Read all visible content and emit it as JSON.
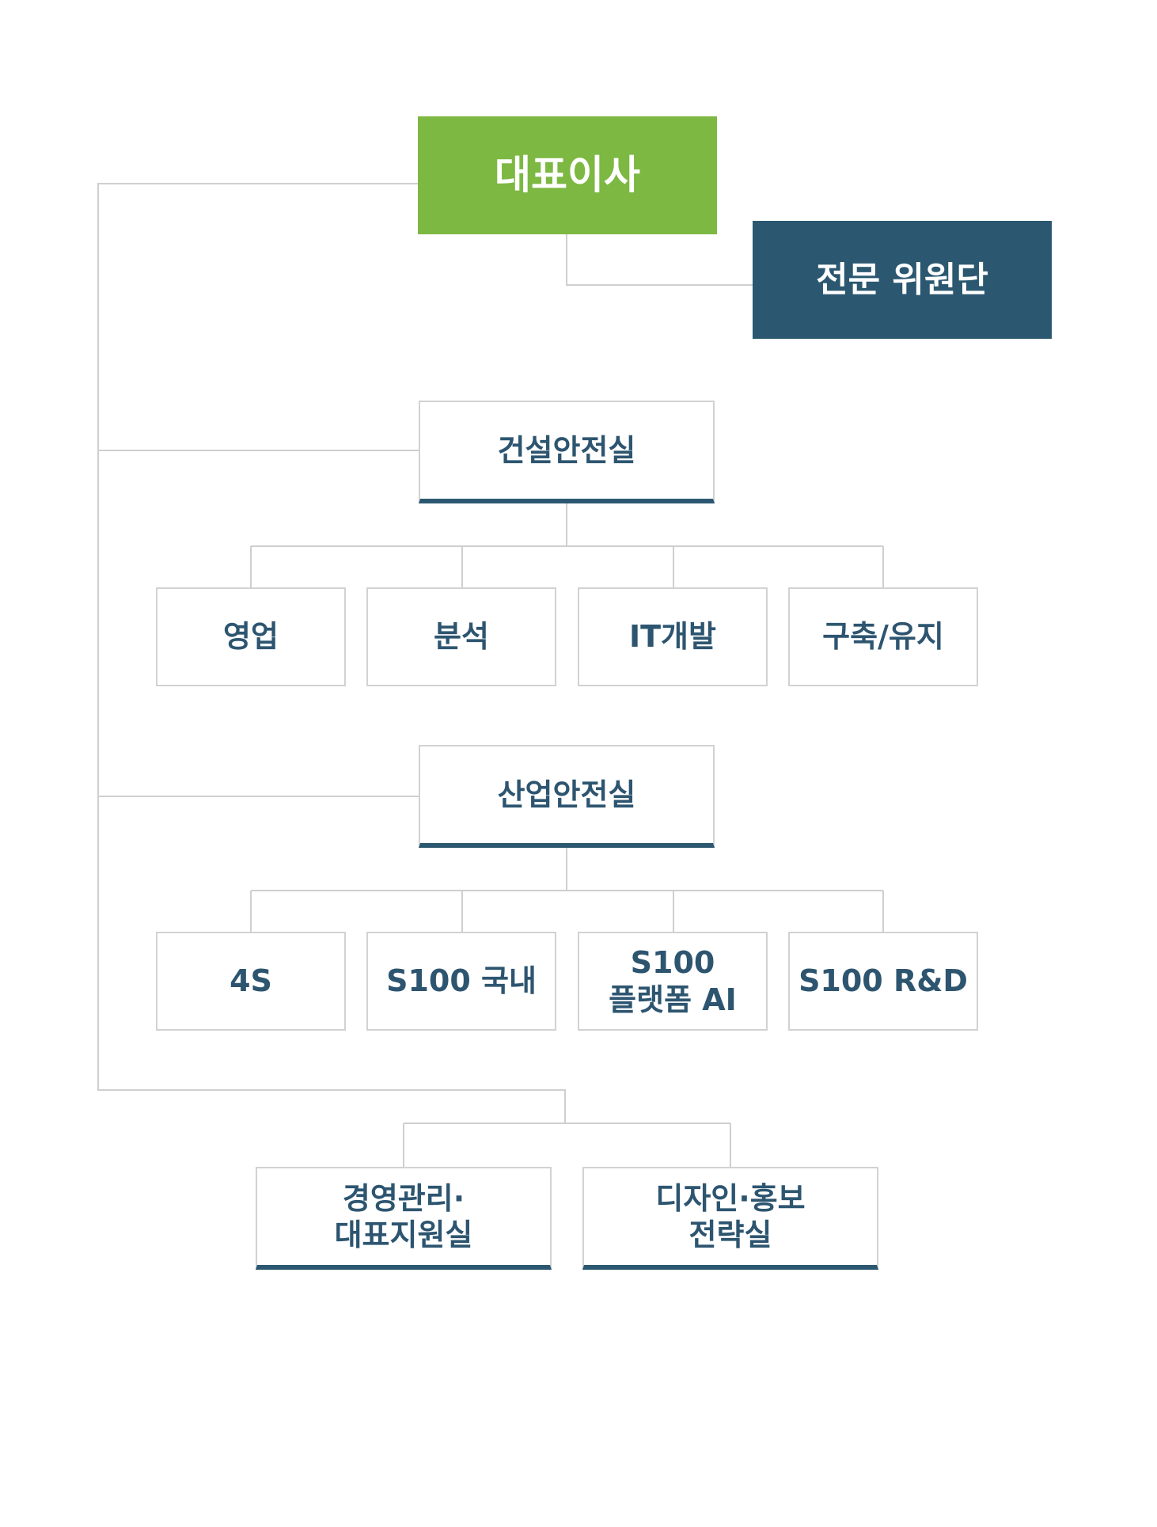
{
  "org_chart": {
    "ceo": {
      "label": "대표이사"
    },
    "committee": {
      "label": "전문 위원단"
    },
    "construction_safety": {
      "label": "건설안전실",
      "teams": [
        "영업",
        "분석",
        "IT개발",
        "구축/유지"
      ]
    },
    "industrial_safety": {
      "label": "산업안전실",
      "teams": [
        "4S",
        "S100 국내",
        [
          "S100",
          "플랫폼 AI"
        ],
        "S100 R&D"
      ]
    },
    "management_support": {
      "lines": [
        "경영관리·",
        "대표지원실"
      ]
    },
    "design_pr_strategy": {
      "lines": [
        "디자인·홍보",
        "전략실"
      ]
    }
  },
  "colors": {
    "ceo": "#7cb842",
    "committee": "#2b5870",
    "text": "#2d5570",
    "connector": "#cfcfcf"
  }
}
